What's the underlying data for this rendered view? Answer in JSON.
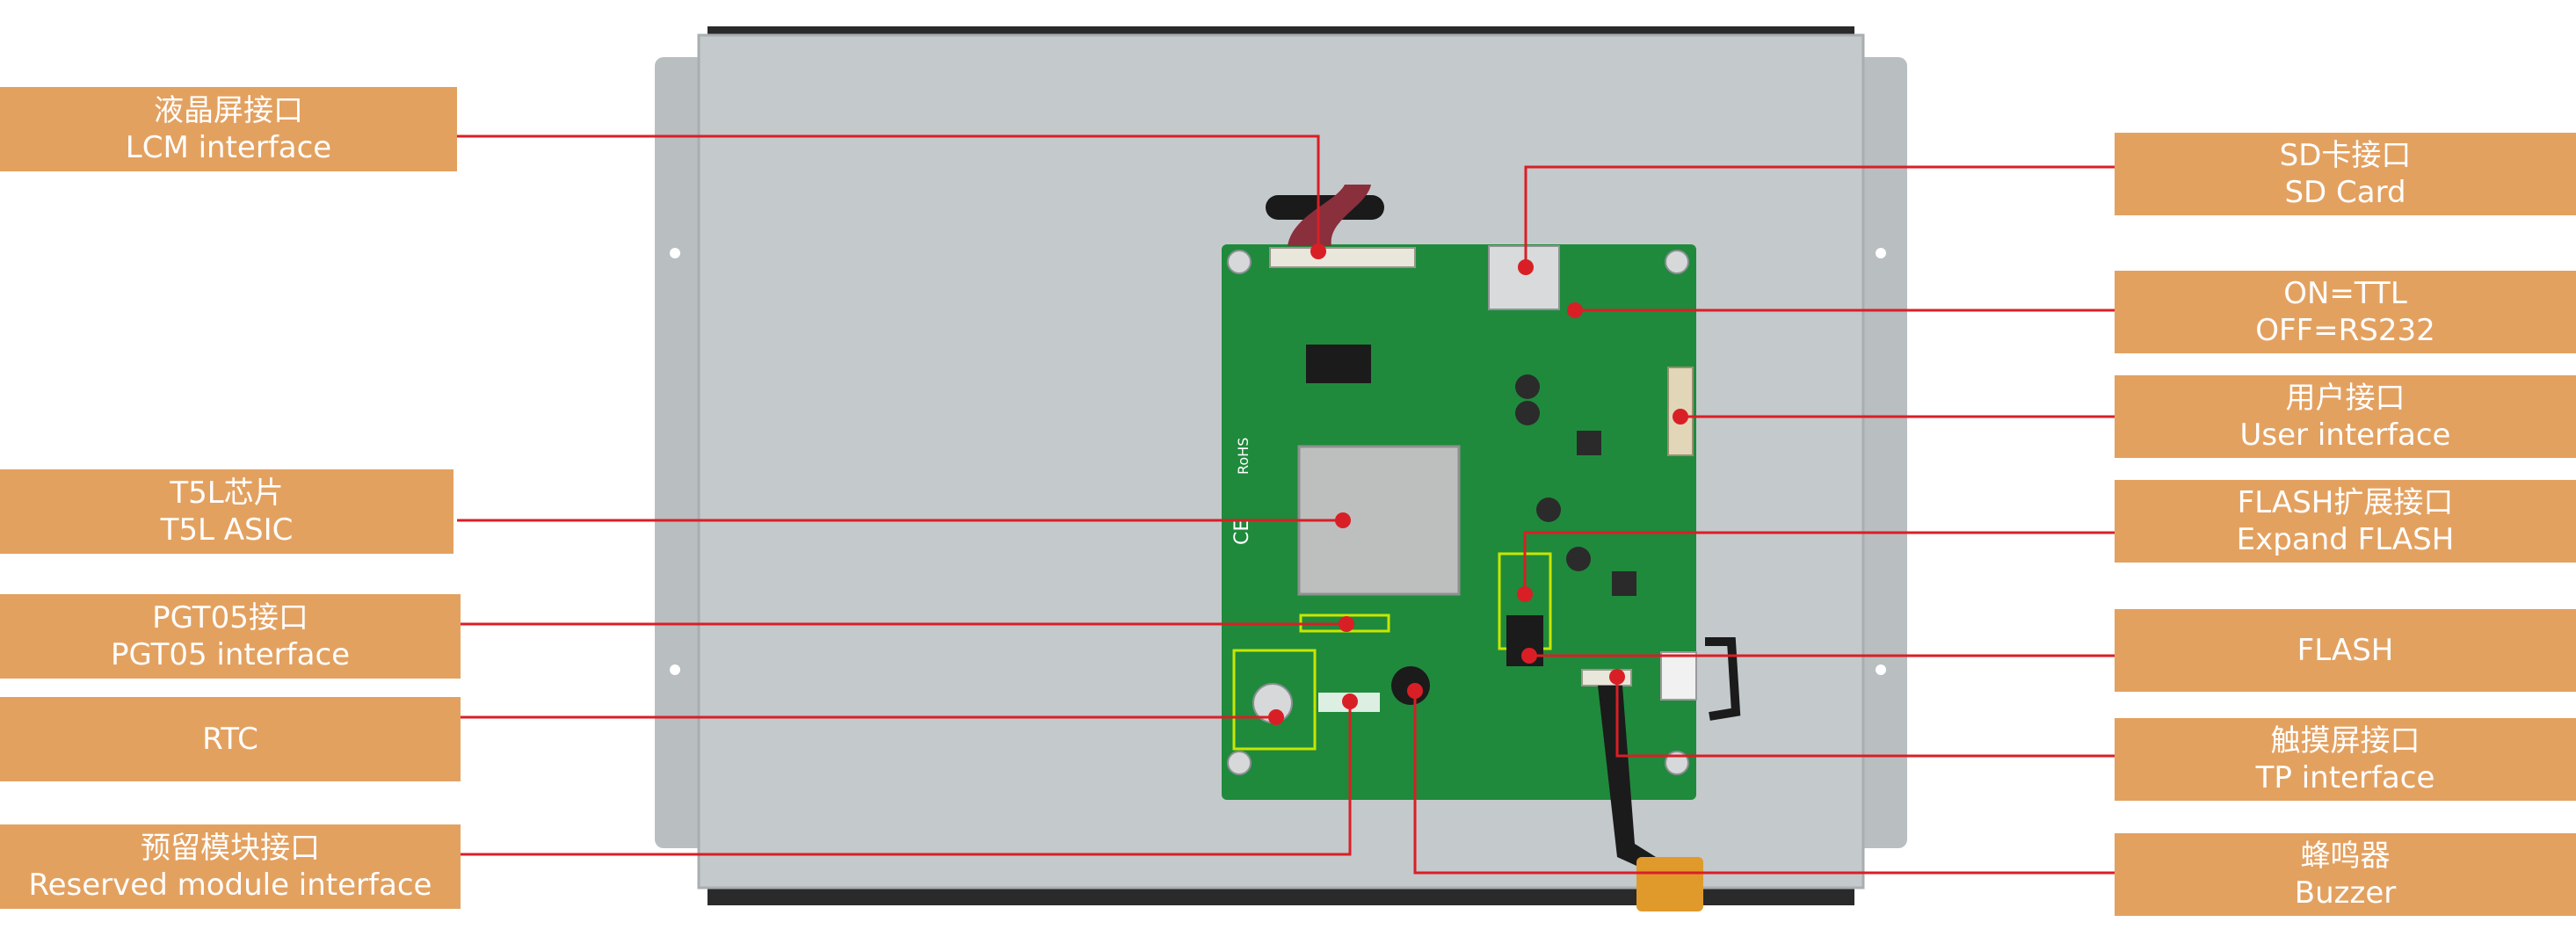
{
  "colors": {
    "label_bg": "#e3a160",
    "label_text": "#ffffff",
    "leader_line": "#d91f26",
    "pcb": "#1f8a3c",
    "metal_plate": "#c4c9cc",
    "highlight_box": "#c8e600"
  },
  "labels_left": [
    {
      "cn": "液晶屏接口",
      "en": "LCM interface"
    },
    {
      "cn": "T5L芯片",
      "en": "T5L ASIC"
    },
    {
      "cn": "PGT05接口",
      "en": "PGT05 interface"
    },
    {
      "cn": "",
      "en": "RTC"
    },
    {
      "cn": "预留模块接口",
      "en": "Reserved module interface"
    }
  ],
  "labels_right": [
    {
      "cn": "SD卡接口",
      "en": "SD Card"
    },
    {
      "cn": "ON=TTL",
      "en": "OFF=RS232"
    },
    {
      "cn": "用户接口",
      "en": "User interface"
    },
    {
      "cn": "FLASH扩展接口",
      "en": "Expand FLASH"
    },
    {
      "cn": "",
      "en": "FLASH"
    },
    {
      "cn": "触摸屏接口",
      "en": "TP interface"
    },
    {
      "cn": "蜂鸣器",
      "en": "Buzzer"
    }
  ],
  "board_markings": {
    "ce": "CE",
    "rohs": "RoHS"
  }
}
